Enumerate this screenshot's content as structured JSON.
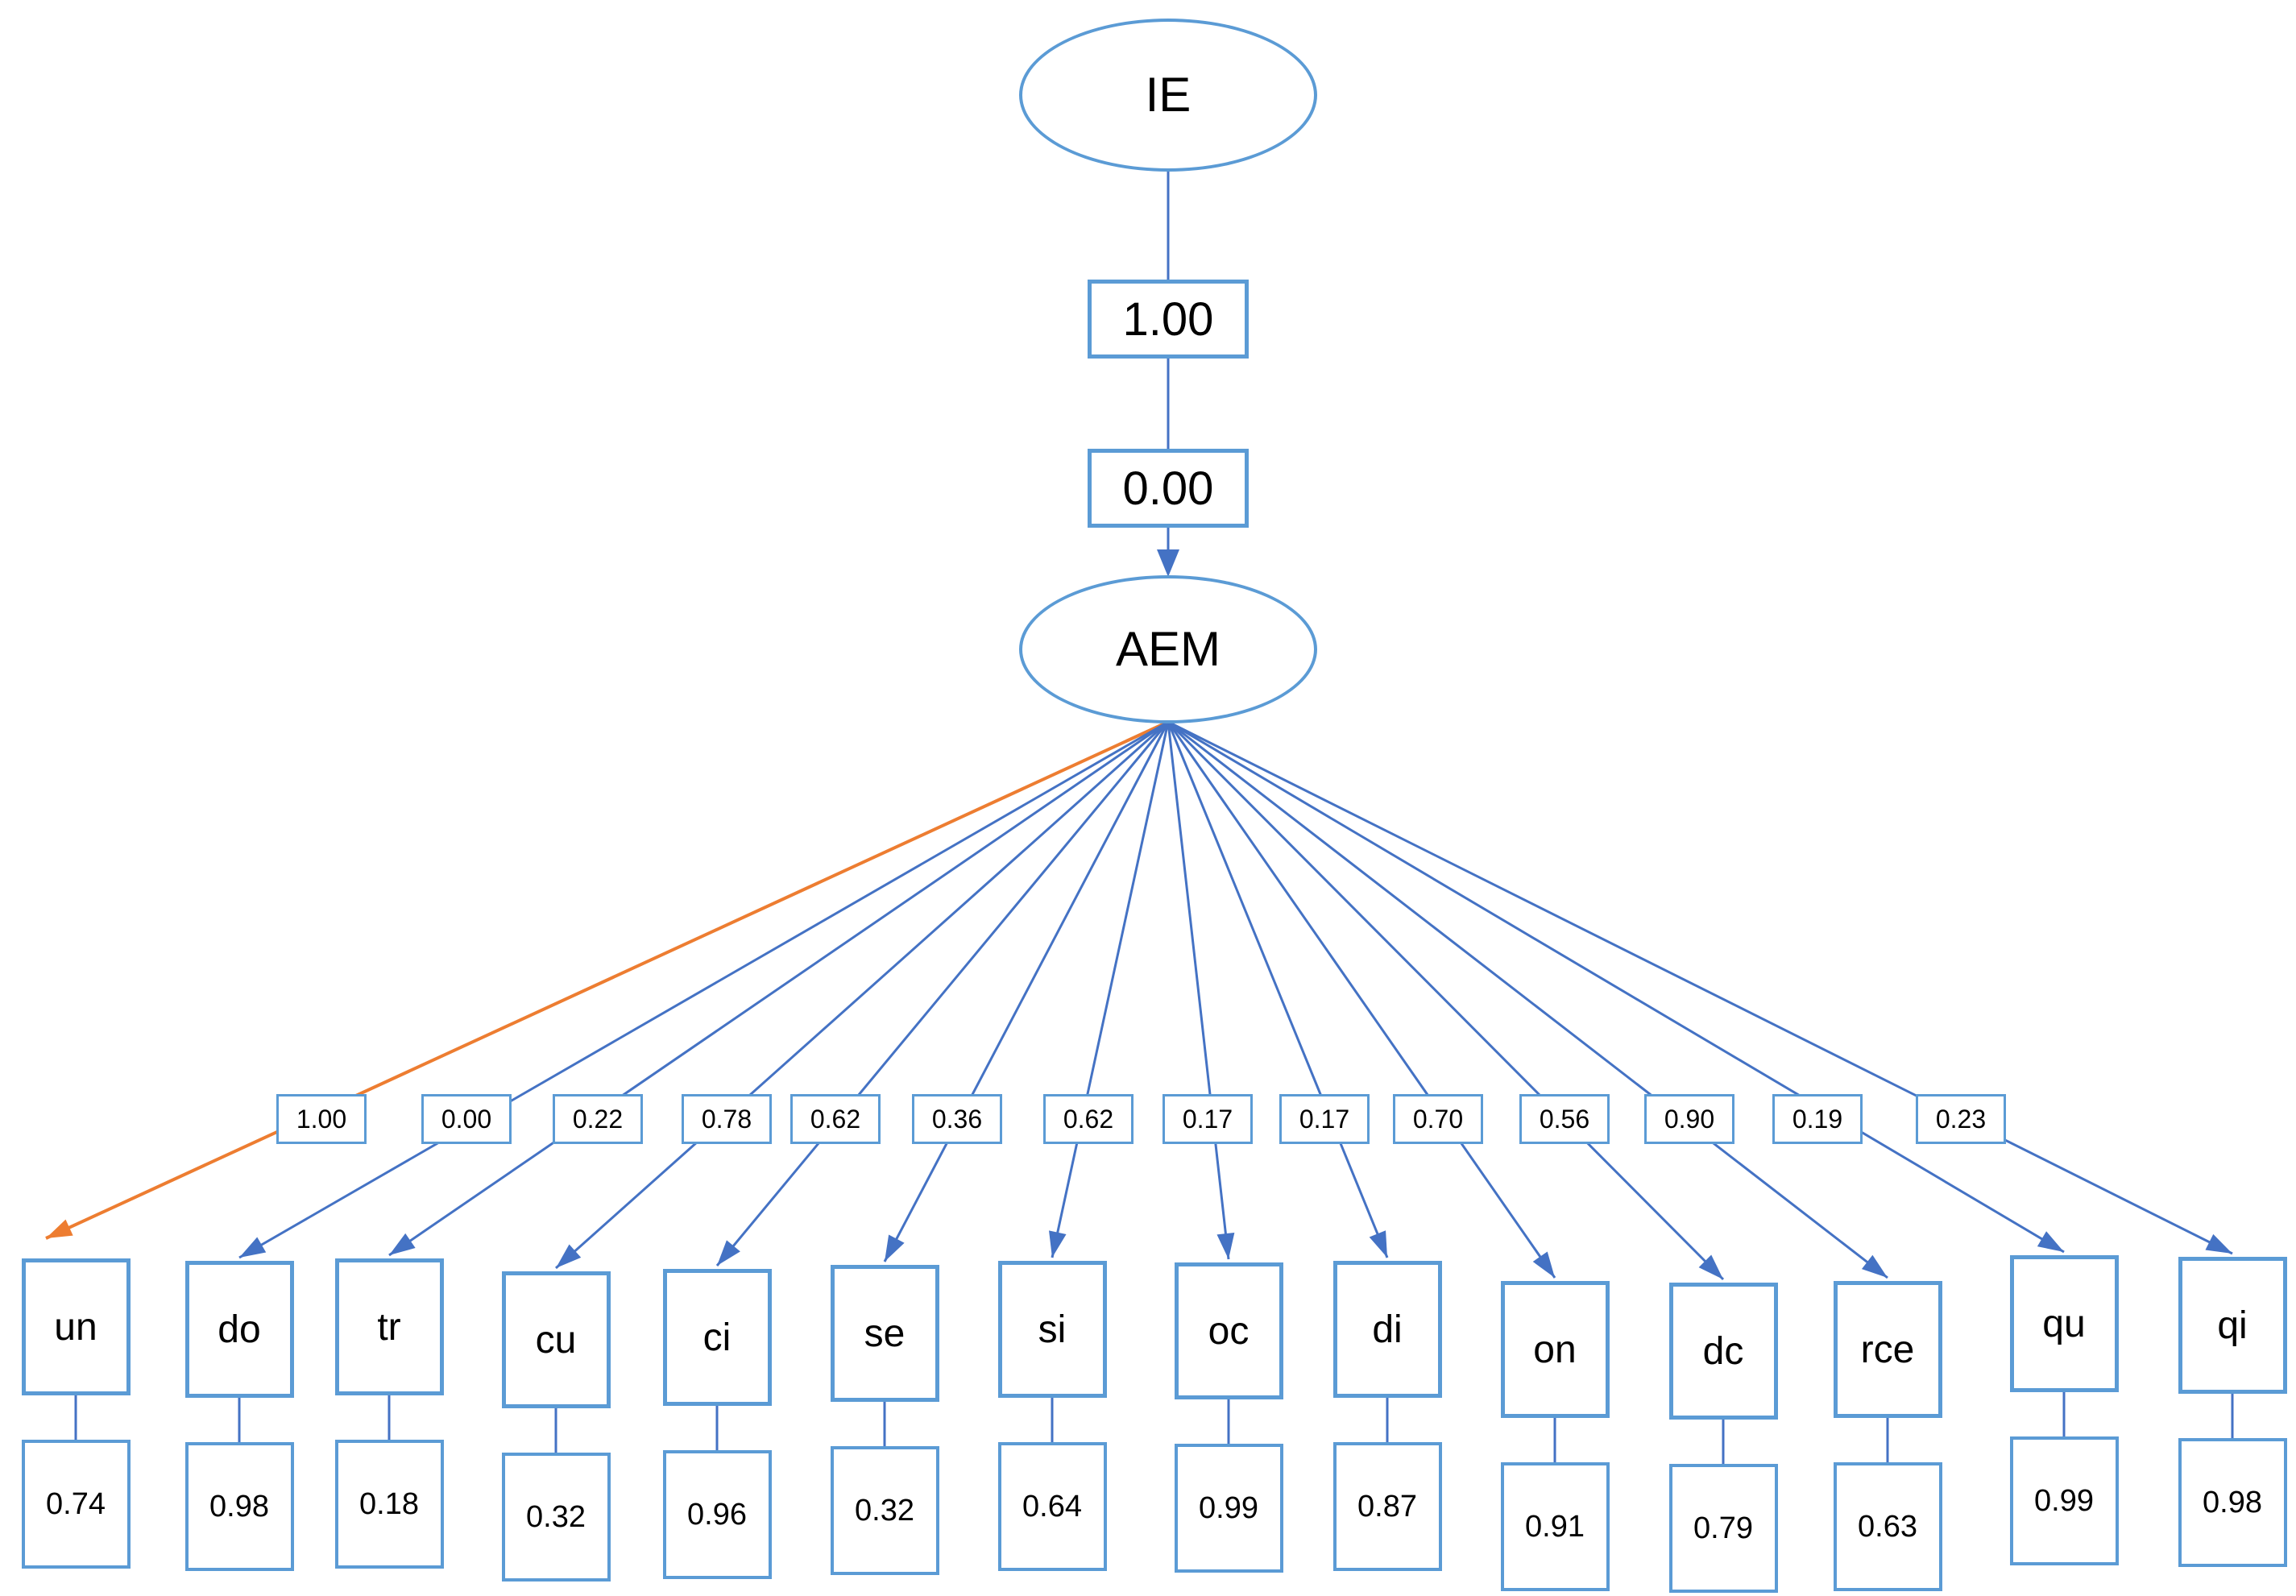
{
  "diagram": {
    "exogenous_latent": {
      "label": "IE"
    },
    "path_boxes": [
      {
        "value": "1.00"
      },
      {
        "value": "0.00"
      }
    ],
    "endogenous_latent": {
      "label": "AEM"
    },
    "indicators": [
      {
        "label": "un",
        "loading": "1.00",
        "error": "0.74"
      },
      {
        "label": "do",
        "loading": "0.00",
        "error": "0.98"
      },
      {
        "label": "tr",
        "loading": "0.22",
        "error": "0.18"
      },
      {
        "label": "cu",
        "loading": "0.78",
        "error": "0.32"
      },
      {
        "label": "ci",
        "loading": "0.62",
        "error": "0.96"
      },
      {
        "label": "se",
        "loading": "0.36",
        "error": "0.32"
      },
      {
        "label": "si",
        "loading": "0.62",
        "error": "0.64"
      },
      {
        "label": "oc",
        "loading": "0.17",
        "error": "0.99"
      },
      {
        "label": "di",
        "loading": "0.17",
        "error": "0.87"
      },
      {
        "label": "on",
        "loading": "0.70",
        "error": "0.91"
      },
      {
        "label": "dc",
        "loading": "0.56",
        "error": "0.79"
      },
      {
        "label": "rce",
        "loading": "0.90",
        "error": "0.63"
      },
      {
        "label": "qu",
        "loading": "0.19",
        "error": "0.99"
      },
      {
        "label": "qi",
        "loading": "0.23",
        "error": "0.98"
      }
    ],
    "colors": {
      "shape_border": "#5B9BD5",
      "connector_blue": "#4472C4",
      "connector_orange": "#ED7D31",
      "text": "#000000",
      "background": "#FFFFFF"
    }
  }
}
